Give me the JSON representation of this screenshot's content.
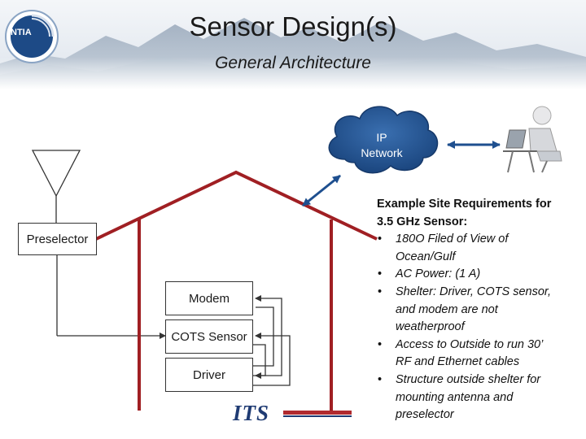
{
  "slide": {
    "title": "Sensor Design(s)",
    "subtitle": "General Architecture"
  },
  "logos": {
    "ntia": "NTIA",
    "its": "ITS"
  },
  "diagram": {
    "preselector": "Preselector",
    "modem": "Modem",
    "cots_sensor": "COTS Sensor",
    "driver": "Driver",
    "cloud_line1": "IP",
    "cloud_line2": "Network"
  },
  "requirements": {
    "heading_line1": "Example Site Requirements for",
    "heading_line2": "3.5 GHz Sensor:",
    "bullet": "•",
    "items": [
      {
        "lines": [
          "180O Filed of View of",
          "Ocean/Gulf"
        ]
      },
      {
        "lines": [
          "AC Power:  (1 A)"
        ]
      },
      {
        "prefix": "Shelter: ",
        "lines": [
          "Driver, COTS sensor,",
          "and modem are not",
          "weatherproof"
        ]
      },
      {
        "lines": [
          "Access to Outside to run 30’",
          "RF and Ethernet cables"
        ]
      },
      {
        "lines": [
          "Structure outside shelter for",
          "mounting antenna and",
          "preselector"
        ]
      }
    ]
  },
  "colors": {
    "house": "#a01f23",
    "cloud": "#1e4f8f",
    "arrow": "#1e4f8f",
    "lines": "#333333",
    "its_stripe": "#b02a2e"
  }
}
